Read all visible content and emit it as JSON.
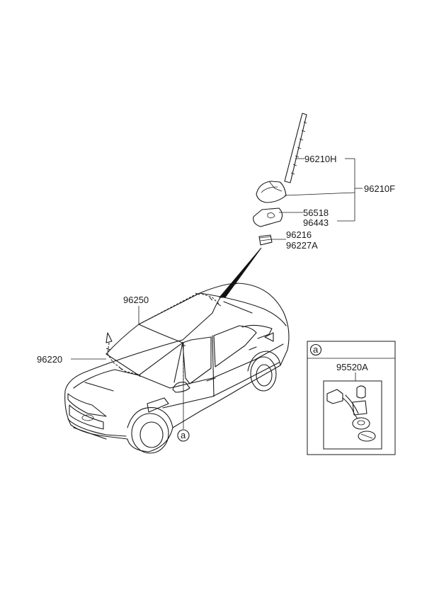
{
  "labels": {
    "antenna_rod": "96210H",
    "antenna_assy": "96210F",
    "pad": "56518",
    "gasket": "96443",
    "nut": "96216",
    "connector": "96227A",
    "roof_cable": "96250",
    "main_cable": "96220",
    "detail_ref": "a",
    "detail_part": "95520A"
  },
  "detail_box": {
    "ref": "a",
    "part": "95520A"
  }
}
